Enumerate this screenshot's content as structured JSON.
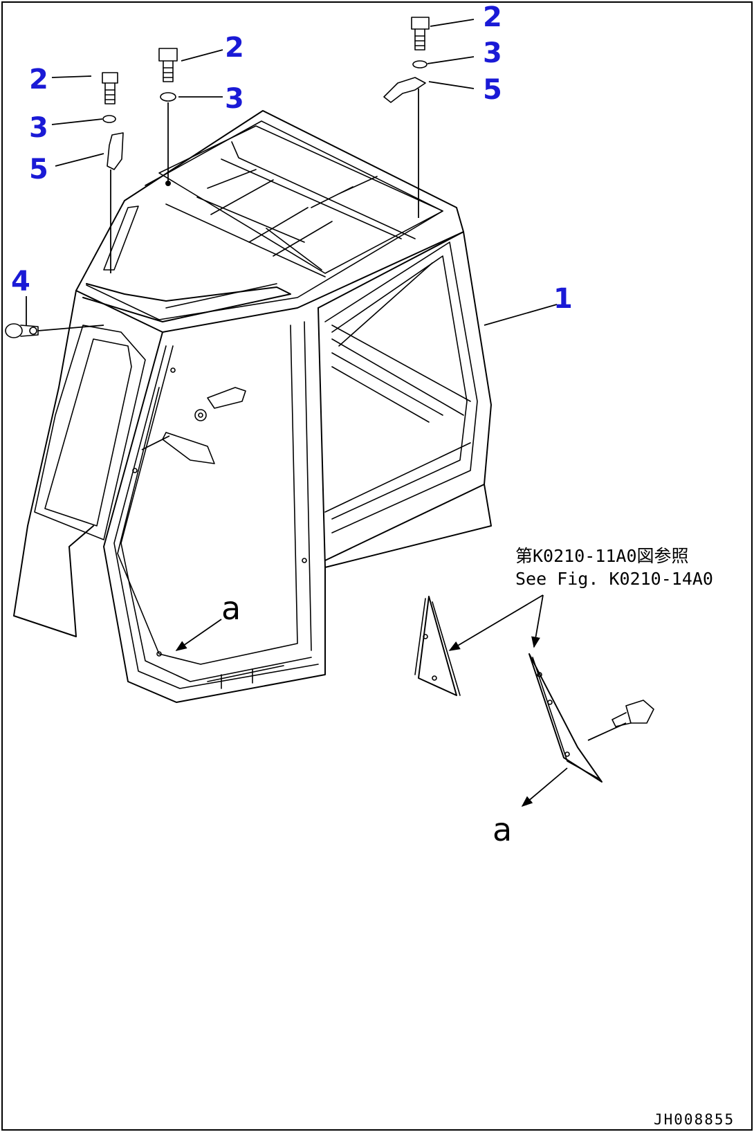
{
  "callouts": [
    {
      "id": "c-2a",
      "number": "2"
    },
    {
      "id": "c-2b",
      "number": "2"
    },
    {
      "id": "c-2c",
      "number": "2"
    },
    {
      "id": "c-3a",
      "number": "3"
    },
    {
      "id": "c-3b",
      "number": "3"
    },
    {
      "id": "c-3c",
      "number": "3"
    },
    {
      "id": "c-5a",
      "number": "5"
    },
    {
      "id": "c-5b",
      "number": "5"
    },
    {
      "id": "c-4",
      "number": "4"
    },
    {
      "id": "c-1",
      "number": "1"
    }
  ],
  "reference": {
    "line_jp": "第K0210-11A0図参照",
    "line_en": "See Fig. K0210-14A0"
  },
  "view_markers": {
    "main": "a",
    "detail": "a"
  },
  "drawing_code": "JH008855",
  "colors": {
    "callout": "#1a1ad6",
    "line": "#000000",
    "background": "#ffffff"
  }
}
